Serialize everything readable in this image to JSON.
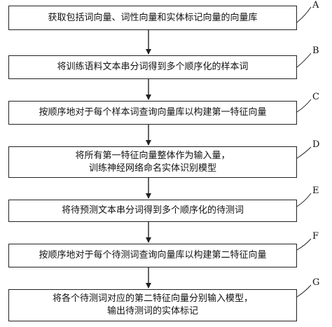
{
  "steps": [
    {
      "id": "A",
      "lines": [
        "获取包括词向量、词性向量和实体标记向量的向量库"
      ]
    },
    {
      "id": "B",
      "lines": [
        "将训练语料文本串分词得到多个顺序化的样本词"
      ]
    },
    {
      "id": "C",
      "lines": [
        "按顺序地对于每个样本词查询向量库以构建第一特征向量"
      ]
    },
    {
      "id": "D",
      "lines": [
        "将所有第一特征向量整体作为输入量，",
        "训练神经网络命名实体识别模型"
      ]
    },
    {
      "id": "E",
      "lines": [
        "将待预测文本串分词得到多个顺序化的待测词"
      ]
    },
    {
      "id": "F",
      "lines": [
        "按顺序地对于每个待测词查询向量库以构建第二特征向量"
      ]
    },
    {
      "id": "G",
      "lines": [
        "将各个待测词对应的第二特征向量分别输入模型，",
        "输出待测词的实体标记"
      ]
    }
  ]
}
